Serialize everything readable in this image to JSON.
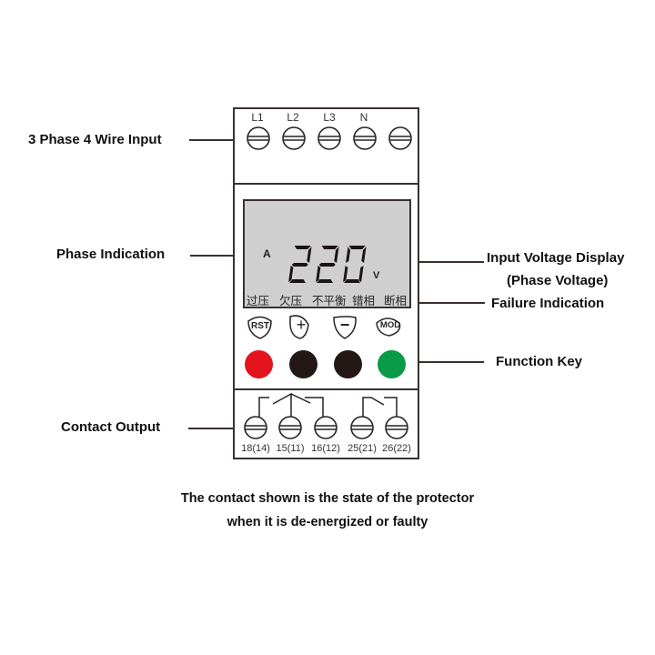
{
  "callouts": {
    "input": "3 Phase 4 Wire Input",
    "phase_indication": "Phase Indication",
    "voltage_display_line1": "Input Voltage Display",
    "voltage_display_line2": "(Phase Voltage)",
    "failure_indication": "Failure Indication",
    "function_key": "Function Key",
    "contact_output": "Contact Output"
  },
  "top_terminals": {
    "labels": [
      "L1",
      "L2",
      "L3",
      "N",
      ""
    ]
  },
  "lcd": {
    "phase": "A",
    "reading": "220",
    "unit": "V",
    "background": "#cfcfcf",
    "failures": [
      "过压",
      "欠压",
      "不平衡",
      "错相",
      "断相"
    ]
  },
  "keys": {
    "labels": [
      "RST",
      "+",
      "−",
      "MOD"
    ],
    "colors": [
      "#e3141c",
      "#231815",
      "#231815",
      "#0b9a47"
    ]
  },
  "bottom_terminals": {
    "labels": [
      "18(14)",
      "15(11)",
      "16(12)",
      "25(21)",
      "26(22)"
    ]
  },
  "note": {
    "line1": "The contact shown is the state of the protector",
    "line2": "when it is de-energized or faulty"
  }
}
